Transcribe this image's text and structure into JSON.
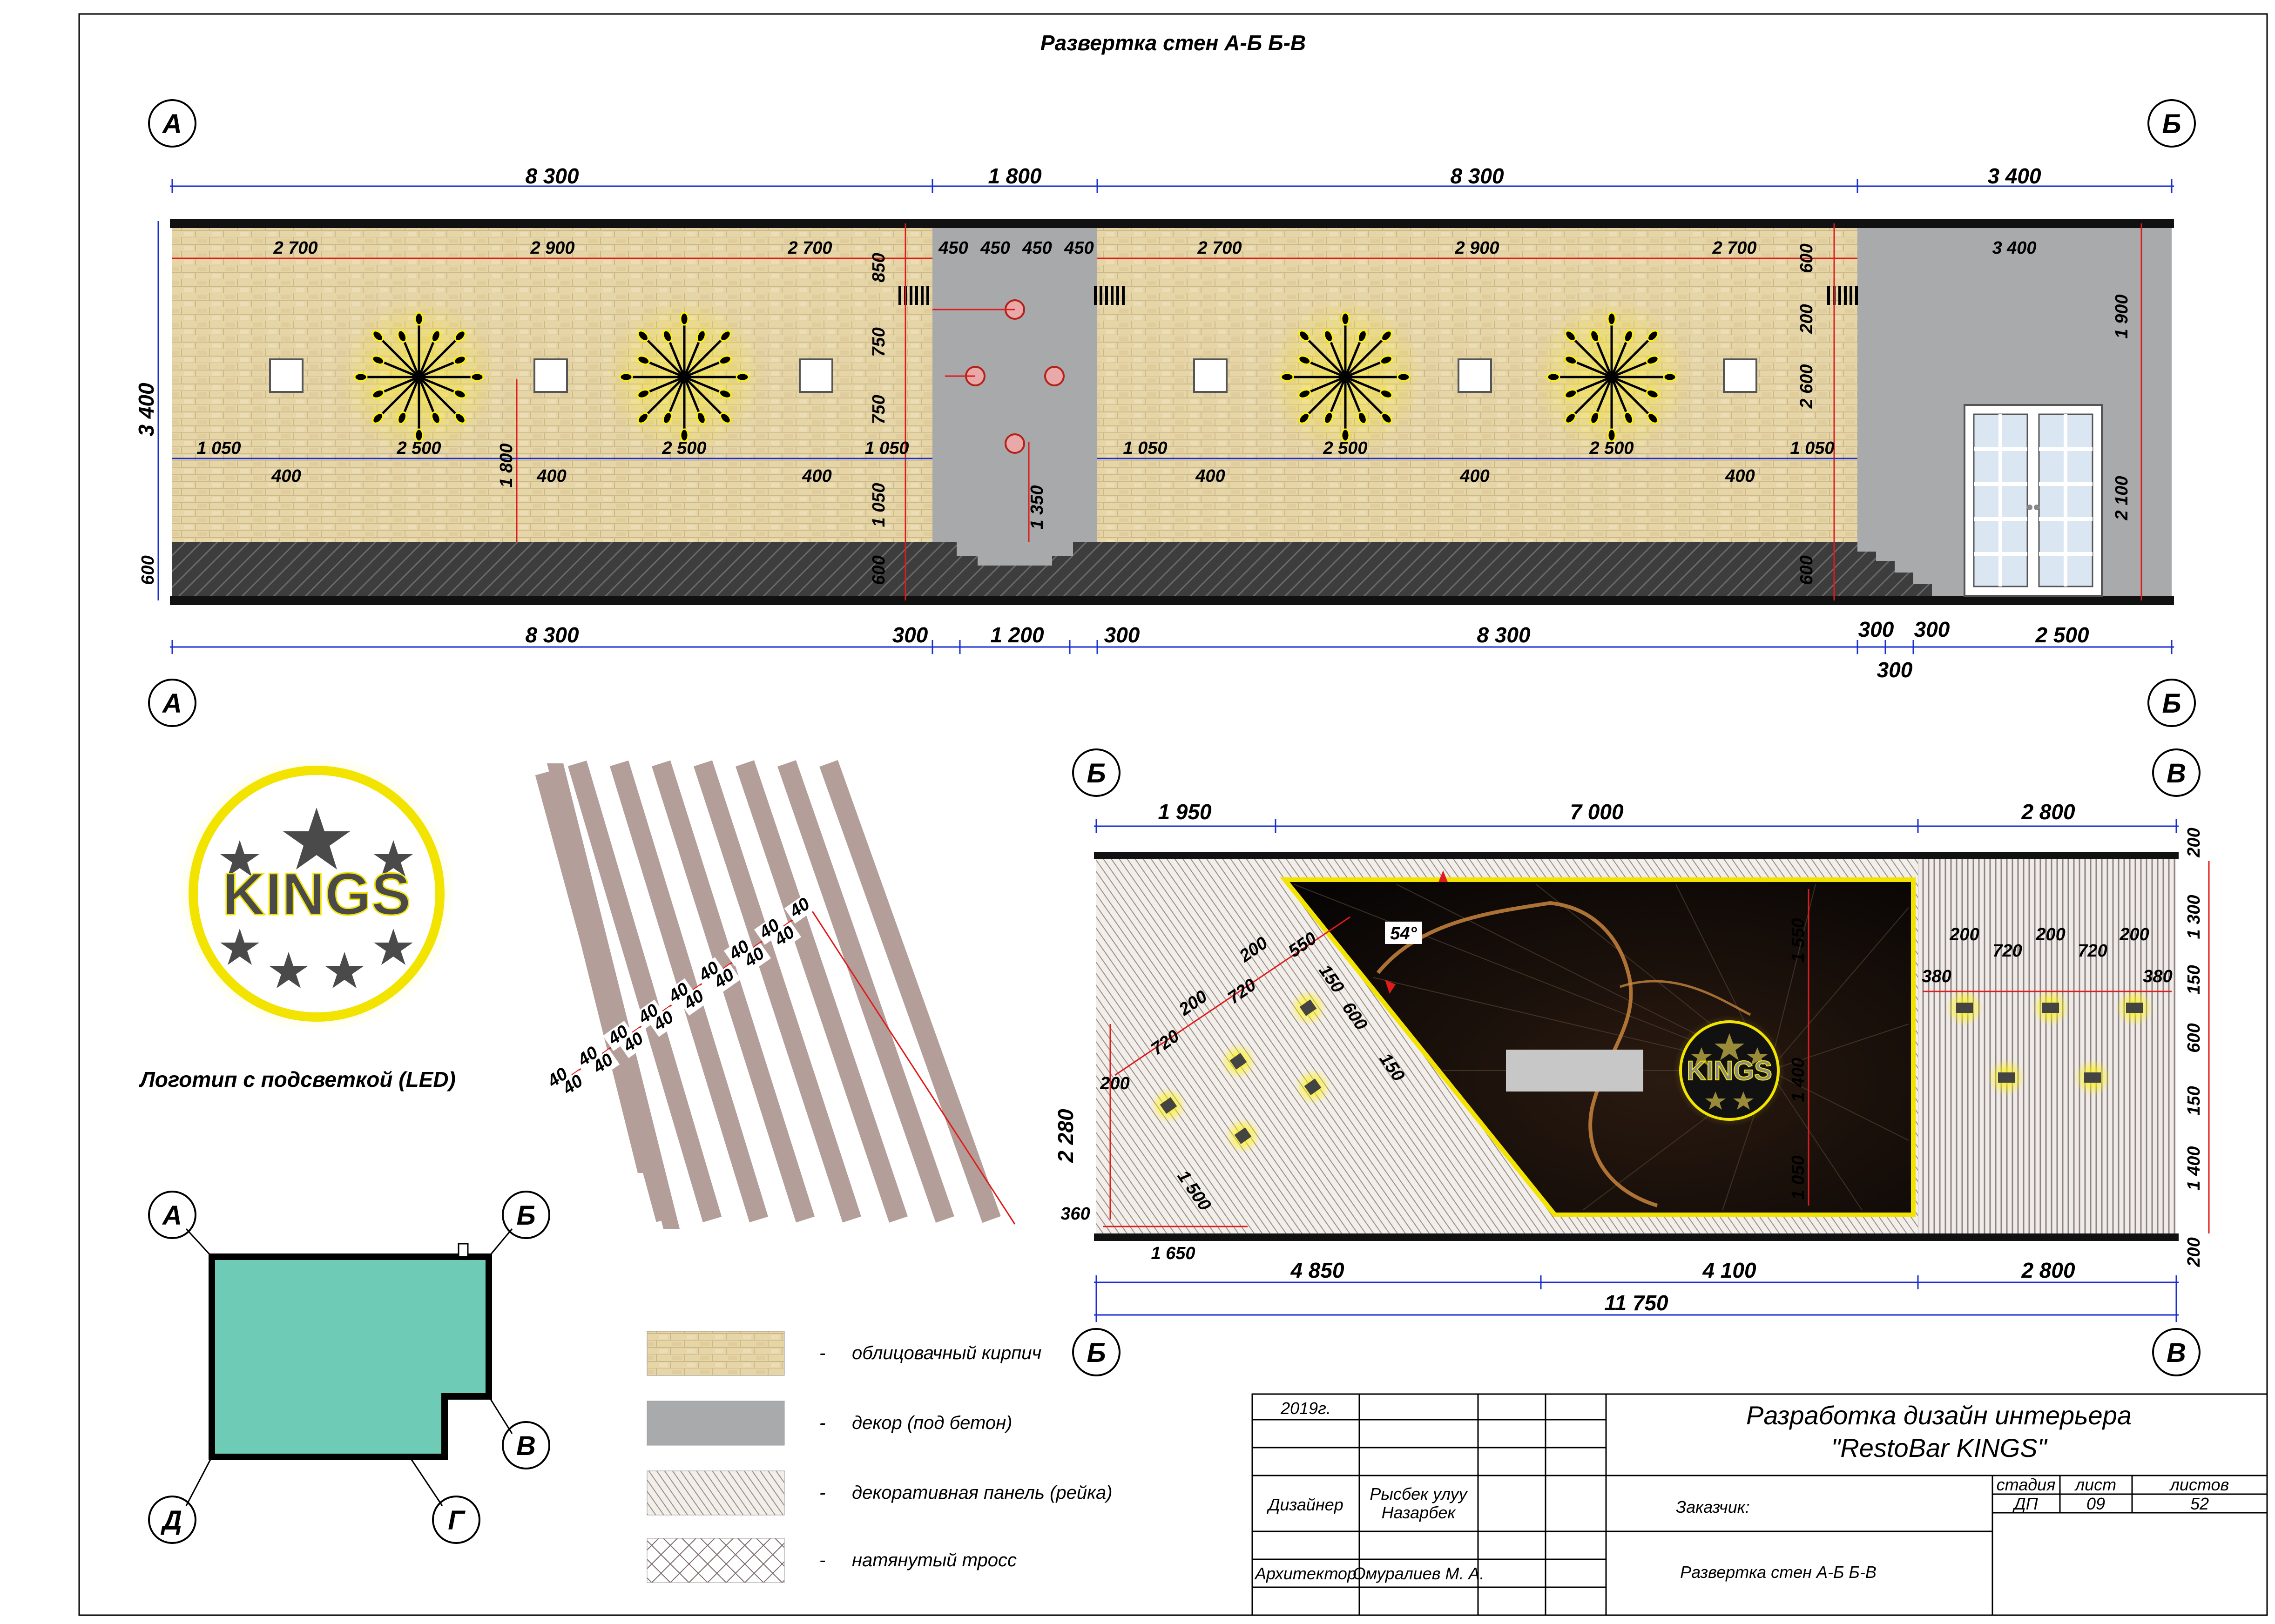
{
  "sheet": {
    "title": "Развертка стен   А-Б   Б-В"
  },
  "colors": {
    "brick": "#e4d2a3",
    "concrete": "#a9aaab",
    "teal": "#6ecbb5",
    "led": "#fff200",
    "dimline": "#1b2fd0",
    "redline": "#e01b1b"
  },
  "axes": {
    "A": "А",
    "B": "Б",
    "V": "В",
    "G": "Г",
    "D": "Д"
  },
  "wall_ab": {
    "top_dims": [
      "8 300",
      "1 800",
      "8 300",
      "3 400"
    ],
    "bottom_dims": [
      "8 300",
      "300",
      "1 200",
      "300",
      "8 300",
      "300",
      "300",
      "2 500",
      "300"
    ],
    "height_total": "3 400",
    "height_plinth": "600",
    "upper_dims_left": [
      "2 700",
      "2 900",
      "2 700"
    ],
    "upper_dims_right": [
      "2 700",
      "2 900",
      "2 700"
    ],
    "niche_dims": [
      "450",
      "450",
      "450",
      "450"
    ],
    "niche_vert": [
      "850",
      "750",
      "750",
      "1 050",
      "600"
    ],
    "door_block_width": "3 400",
    "right_vert": [
      "600",
      "200",
      "2 600",
      "600"
    ],
    "door_heights": [
      "1 900",
      "2 100"
    ],
    "mid_dims_left": [
      "1 050",
      "2 500",
      "2 500",
      "1 050"
    ],
    "mid_dims_right": [
      "1 050",
      "2 500",
      "2 500",
      "1 050"
    ],
    "small_400": "400",
    "lamp_height": "1 800",
    "niche_lamp_height": "1 350"
  },
  "logo": {
    "text": "KINGS",
    "caption": "Логотип с подсветкой (LED)"
  },
  "slat_detail": {
    "labels": [
      "40",
      "40",
      "40",
      "40",
      "40",
      "40",
      "40",
      "40",
      "40",
      "40",
      "40",
      "40",
      "40",
      "40",
      "40",
      "40",
      "40"
    ]
  },
  "wall_bv": {
    "top_dims": [
      "1 950",
      "7 000",
      "2 800"
    ],
    "bottom_dims": [
      "4 850",
      "4 100",
      "2 800"
    ],
    "total": "11 750",
    "left_height": "2 280",
    "left_small": "360",
    "left_bottom": "1 650",
    "diag_dims": [
      "200",
      "720",
      "200",
      "720",
      "200",
      "550",
      "150",
      "600",
      "150",
      "1 500"
    ],
    "angle": "54°",
    "center_vert": [
      "1 550",
      "1 400",
      "1 050"
    ],
    "right_top": [
      "200",
      "720",
      "200",
      "720",
      "200"
    ],
    "right_side": [
      "380",
      "380"
    ],
    "right_vert": [
      "200",
      "1 300",
      "150",
      "600",
      "150",
      "1 400",
      "200"
    ],
    "logo_text": "KINGS"
  },
  "legend": {
    "items": [
      {
        "label": "облицовачный кирпич"
      },
      {
        "label": "декор (под бетон)"
      },
      {
        "label": "декоративная панель (рейка)"
      },
      {
        "label": "натянутый тросс"
      }
    ],
    "dash": "-"
  },
  "title_block": {
    "year": "2019г.",
    "project_line1": "Разработка дизайн интерьера",
    "project_line2": "\"RestoBar KINGS\"",
    "designer_role": "Дизайнер",
    "designer_name1": "Рысбек улуу",
    "designer_name2": "Назарбек",
    "architect_role": "Архитектор",
    "architect_name": "Омуралиев М. А.",
    "customer": "Заказчик:",
    "stage_h": "стадия",
    "sheet_h": "лист",
    "sheets_h": "листов",
    "stage": "ДП",
    "sheet": "09",
    "sheets": "52",
    "sheet_title": "Развертка стен   А-Б   Б-В"
  }
}
